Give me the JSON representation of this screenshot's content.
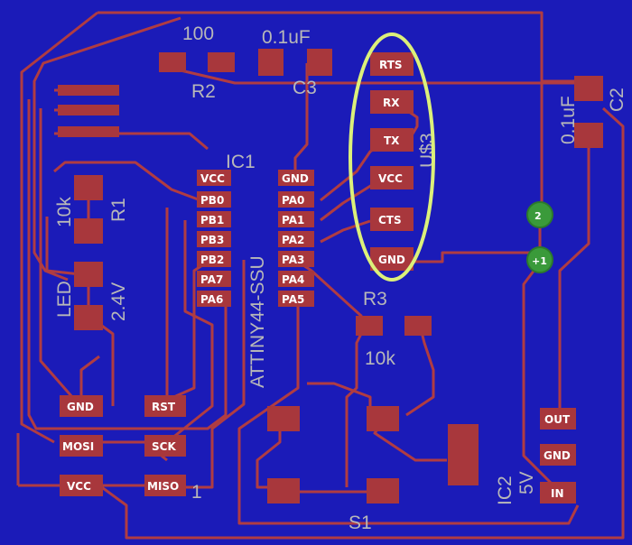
{
  "colors": {
    "board": "#1b1bb8",
    "copper": "#a8373c",
    "trace": "#b03c42",
    "silk": "#b8b8b8",
    "highlight": "#dcf07a",
    "via": "#3a9a3a"
  },
  "components": {
    "r2": {
      "ref": "R2",
      "value": "100"
    },
    "c3": {
      "ref": "C3",
      "value": "0.1uF"
    },
    "c2": {
      "ref": "C2",
      "value": "0.1uF"
    },
    "r1": {
      "ref": "R1",
      "value": "10k"
    },
    "led": {
      "ref": "LED",
      "value": "2.4V"
    },
    "r3": {
      "ref": "R3",
      "value": "10k"
    },
    "ic1": {
      "ref": "IC1",
      "value": "ATTINY44-SSU"
    },
    "ic2": {
      "ref": "IC2",
      "value": "5V"
    },
    "u3": {
      "ref": "U$3"
    },
    "s1": {
      "ref": "S1"
    },
    "isp": {
      "pin1": "1"
    }
  },
  "ftdi_pins": [
    "RTS",
    "RX",
    "TX",
    "VCC",
    "CTS",
    "GND"
  ],
  "ic1_left_pins": [
    "VCC",
    "PB0",
    "PB1",
    "PB3",
    "PB2",
    "PA7",
    "PA6"
  ],
  "ic1_right_pins": [
    "GND",
    "PA0",
    "PA1",
    "PA2",
    "PA3",
    "PA4",
    "PA5"
  ],
  "isp_pins": [
    "GND",
    "RST",
    "MOSI",
    "SCK",
    "VCC",
    "MISO"
  ],
  "regulator_pins": [
    "OUT",
    "GND",
    "IN"
  ],
  "vias": [
    "2",
    "+1"
  ]
}
